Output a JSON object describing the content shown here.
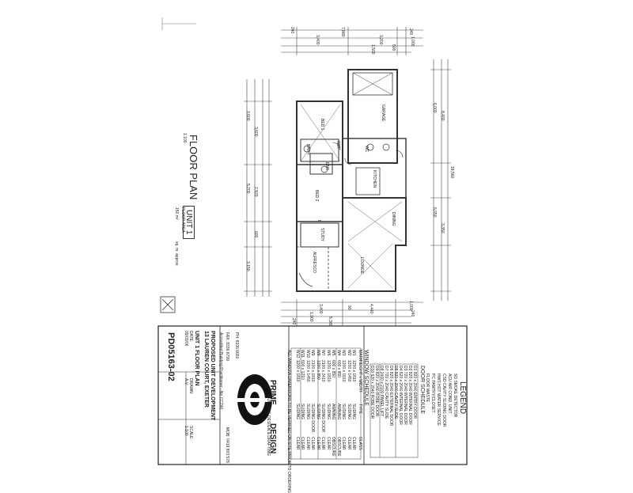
{
  "drawing": {
    "title": "FLOOR PLAN",
    "scale": "1:100",
    "unit_label": "UNIT 1",
    "floor_area_label": "FLOOR AREA",
    "floor_area_value": "150 m²",
    "floor_area_unit": "sq. m. approx."
  },
  "rooms": {
    "garage": "GARAGE",
    "bed_1": "BED 1",
    "bed_2": "BED 2",
    "bath": "BATH",
    "ens": "ENS",
    "wc": "WC",
    "kitchen": "KITCHEN",
    "dining": "DINING",
    "study": "STUDY",
    "alfresco": "ALFRESCO",
    "lounge": "LOUNGE",
    "wir": "WIR",
    "l": "L"
  },
  "dimensions": {
    "top_overall": "7,880",
    "top_left": "3,400",
    "top_mid": "3,200",
    "top_right": "1,000",
    "top_240_a": "240",
    "top_240_b": "240",
    "top_1500": "1,500",
    "top_500": "500",
    "bottom_overall": "5,380",
    "bottom_left": "3,400",
    "bottom_mid": "4,440",
    "bottom_right": "1,000",
    "bottom_1900": "1,900",
    "bottom_240_a": "240",
    "bottom_240_b": "240",
    "bottom_90": "90",
    "side_total": "18,560",
    "side_a": "6,000",
    "side_b": "8,400",
    "side_c": "6,050",
    "side_d": "3,350",
    "left_a": "3,600",
    "left_b": "3,600",
    "left_c": "5,200",
    "left_d": "2,820",
    "left_e": "600",
    "left_f": "3,150"
  },
  "legend": {
    "title": "LEGEND",
    "items": [
      "SD  SMOKE DETECTOR",
      "ACU  AIR COND. UNIT",
      "CSD  CAVITY SLIDING DOOR",
      "HWS  HOT WATER SERVICE",
      "PC  PANTRY/CLOSET",
      "FLOOR WASTE"
    ]
  },
  "door_schedule": {
    "title": "DOOR SCHEDULE",
    "rows": [
      "D1  820 x 2040  ENTRY DOOR",
      "D2  820 x 2040  INTERNAL DOOR",
      "D3  720 x 2040  INTERNAL DOOR",
      "D4  620 x 2040  INTERNAL DOOR",
      "D5  820 x 2040  CAVITY SLIDE",
      "D6  820 x 2040  EXTERNAL DOOR",
      "D7  720 x 2040  CAVITY SLIDE",
      "D8  2400 x 2100 PANEL LIFT",
      "D9  820 x 2040  ROBE DOOR",
      "D10 620 x 2040  ROBE DOOR"
    ]
  },
  "window_schedule": {
    "title": "WINDOW SCHEDULE",
    "header": [
      "MARK",
      "HEIGHT x WIDTH",
      "TYPE",
      "GLASS"
    ],
    "rows": [
      [
        "W1",
        "1200 x 1810",
        "SLIDING",
        "CLEAR"
      ],
      [
        "W2",
        "1200 x 1450",
        "SLIDING",
        "CLEAR"
      ],
      [
        "W3",
        "1200 x 1810",
        "SLIDING",
        "CLEAR"
      ],
      [
        "W4",
        "600 x 850",
        "AWNING",
        "OBSCURE"
      ],
      [
        "W5",
        "600 x 850",
        "AWNING",
        "OBSCURE"
      ],
      [
        "W6",
        "1200 x 1810",
        "SLIDING",
        "CLEAR"
      ],
      [
        "W7",
        "2100 x 2410",
        "SLIDING DOOR",
        "CLEAR"
      ],
      [
        "W8",
        "1200 x 850",
        "SLIDING",
        "CLEAR"
      ],
      [
        "W9",
        "2100 x 1810",
        "SLIDING DOOR",
        "CLEAR"
      ],
      [
        "W10",
        "1200 x 1450",
        "SLIDING",
        "CLEAR"
      ],
      [
        "W11",
        "600 x 1210",
        "SLIDING",
        "CLEAR"
      ],
      [
        "W12",
        "1200 x 1810",
        "SLIDING",
        "CLEAR"
      ]
    ],
    "note": "ALL WINDOW DIMENSIONS TO BE VERIFIED ON SITE PRIOR TO ORDERING"
  },
  "company": {
    "name_top": "PRIME",
    "name_bottom": "DESIGN",
    "tagline": "BUILDING DESIGN & DRAFTING",
    "phone": "PH: 8336 6650",
    "fax": "FAX: 8336 6799",
    "mob": "MOB: 0419 803 578",
    "accreditation": "Accredited Building Practitioner - No CC240"
  },
  "title_block": {
    "project": "PROPOSED UNIT DEVELOPMENT",
    "address": "13 LAUREN COURT, EXETER",
    "sheet_title": "UNIT 1 FLOOR PLAN",
    "date_label": "DATE:",
    "date": "09/03/06",
    "drawn_label": "DRAWN:",
    "drawn": "A.V.",
    "scale_label": "SCALE:",
    "scale": "1:100",
    "drawing_no": "PD05163-02"
  }
}
